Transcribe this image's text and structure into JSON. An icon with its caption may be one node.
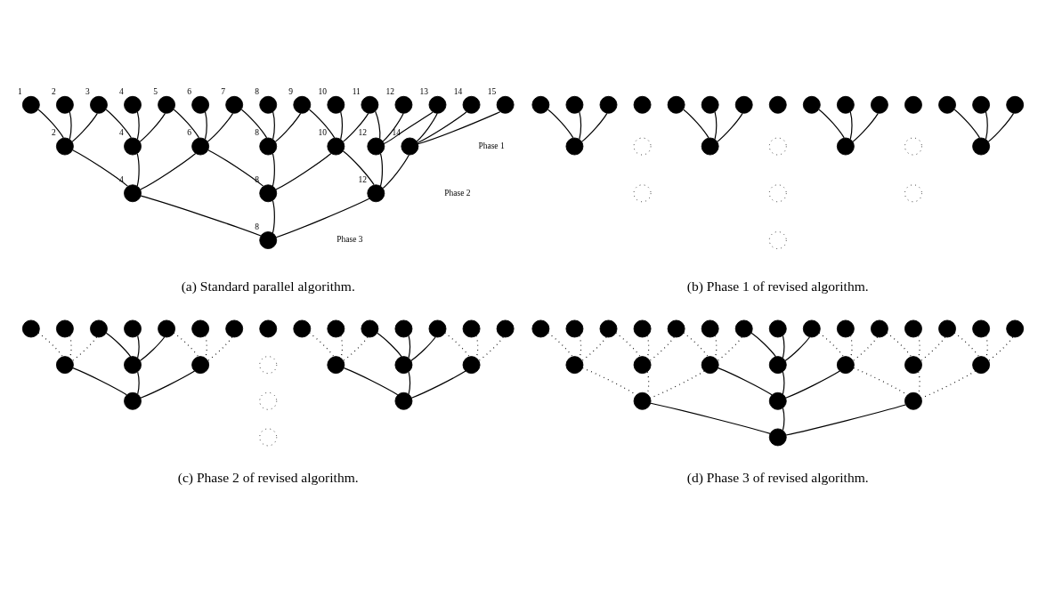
{
  "diagram": {
    "nodes": [
      {
        "text": [],
        "shape": "dot",
        "beside": [
          "1"
        ]
      },
      {
        "text": [],
        "shape": "dot",
        "beside": [
          "2"
        ]
      },
      {
        "text": [],
        "shape": "dot",
        "beside": [
          "3"
        ]
      },
      {
        "text": [],
        "shape": "dot",
        "beside": [
          "4"
        ]
      },
      {
        "text": [],
        "shape": "dot",
        "beside": [
          "5"
        ]
      },
      {
        "text": [],
        "shape": "dot",
        "beside": [
          "6"
        ]
      },
      {
        "text": [],
        "shape": "dot",
        "beside": [
          "7"
        ]
      },
      {
        "text": [],
        "shape": "dot",
        "beside": [
          "8"
        ]
      },
      {
        "text": [],
        "shape": "dot",
        "beside": [
          "9"
        ]
      },
      {
        "text": [],
        "shape": "dot",
        "beside": [
          "10"
        ]
      },
      {
        "text": [],
        "shape": "dot",
        "beside": [
          "11"
        ]
      },
      {
        "text": [],
        "shape": "dot",
        "beside": [
          "12"
        ]
      },
      {
        "text": [],
        "shape": "dot",
        "beside": [
          "13"
        ]
      },
      {
        "text": [],
        "shape": "dot",
        "beside": [
          "14"
        ]
      },
      {
        "text": [],
        "shape": "dot",
        "beside": [
          "15"
        ]
      },
      {
        "text": [],
        "shape": "dot",
        "beside": [
          "2"
        ]
      },
      {
        "text": [],
        "shape": "dot",
        "beside": [
          "4"
        ]
      },
      {
        "text": [],
        "shape": "dot",
        "beside": [
          "6"
        ]
      },
      {
        "text": [],
        "shape": "dot",
        "beside": [
          "8"
        ]
      },
      {
        "text": [],
        "shape": "dot",
        "beside": [
          "10"
        ]
      },
      {
        "text": [],
        "shape": "dot",
        "beside": [
          "12"
        ]
      },
      {
        "text": [],
        "shape": "dot",
        "beside": [
          "14"
        ]
      },
      {
        "text": [],
        "shape": "dot",
        "beside": [
          "4"
        ]
      },
      {
        "text": [],
        "shape": "dot",
        "beside": [
          "8"
        ]
      },
      {
        "text": [],
        "shape": "dot",
        "beside": [
          "12"
        ]
      },
      {
        "text": [],
        "shape": "dot",
        "beside": [
          "8"
        ]
      },
      {
        "text": [],
        "shape": "dot"
      },
      {
        "text": [],
        "shape": "dot"
      },
      {
        "text": [],
        "shape": "dot"
      },
      {
        "text": [],
        "shape": "dot"
      },
      {
        "text": [],
        "shape": "dot"
      },
      {
        "text": [],
        "shape": "dot"
      },
      {
        "text": [],
        "shape": "dot"
      },
      {
        "text": [],
        "shape": "dot"
      },
      {
        "text": [],
        "shape": "dot"
      },
      {
        "text": [],
        "shape": "dot"
      },
      {
        "text": [],
        "shape": "dot"
      },
      {
        "text": [],
        "shape": "dot"
      },
      {
        "text": [],
        "shape": "dot"
      },
      {
        "text": [],
        "shape": "dot"
      },
      {
        "text": [],
        "shape": "dot"
      },
      {
        "text": [],
        "shape": "dot"
      },
      {
        "text": [],
        "shape": "circle"
      },
      {
        "text": [],
        "shape": "dot"
      },
      {
        "text": [],
        "shape": "circle"
      },
      {
        "text": [],
        "shape": "dot"
      },
      {
        "text": [],
        "shape": "circle"
      },
      {
        "text": [],
        "shape": "dot"
      },
      {
        "text": [],
        "shape": "circle"
      },
      {
        "text": [],
        "shape": "circle"
      },
      {
        "text": [],
        "shape": "circle"
      },
      {
        "text": [],
        "shape": "circle"
      },
      {
        "text": [],
        "shape": "dot"
      },
      {
        "text": [],
        "shape": "dot"
      },
      {
        "text": [],
        "shape": "dot"
      },
      {
        "text": [],
        "shape": "dot"
      },
      {
        "text": [],
        "shape": "dot"
      },
      {
        "text": [],
        "shape": "dot"
      },
      {
        "text": [],
        "shape": "dot"
      },
      {
        "text": [],
        "shape": "dot"
      },
      {
        "text": [],
        "shape": "dot"
      },
      {
        "text": [],
        "shape": "dot"
      },
      {
        "text": [],
        "shape": "dot"
      },
      {
        "text": [],
        "shape": "dot"
      },
      {
        "text": [],
        "shape": "dot"
      },
      {
        "text": [],
        "shape": "dot"
      },
      {
        "text": [],
        "shape": "dot"
      },
      {
        "text": [],
        "shape": "dot"
      },
      {
        "text": [],
        "shape": "dot"
      },
      {
        "text": [],
        "shape": "dot"
      },
      {
        "text": [],
        "shape": "circle"
      },
      {
        "text": [],
        "shape": "dot"
      },
      {
        "text": [],
        "shape": "dot"
      },
      {
        "text": [],
        "shape": "dot"
      },
      {
        "text": [],
        "shape": "dot"
      },
      {
        "text": [],
        "shape": "circle"
      },
      {
        "text": [],
        "shape": "dot"
      },
      {
        "text": [],
        "shape": "circle"
      },
      {
        "text": [],
        "shape": "dot"
      },
      {
        "text": [],
        "shape": "dot"
      },
      {
        "text": [],
        "shape": "dot"
      },
      {
        "text": [],
        "shape": "dot"
      },
      {
        "text": [],
        "shape": "dot"
      },
      {
        "text": [],
        "shape": "dot"
      },
      {
        "text": [],
        "shape": "dot"
      },
      {
        "text": [],
        "shape": "dot"
      },
      {
        "text": [],
        "shape": "dot"
      },
      {
        "text": [],
        "shape": "dot"
      },
      {
        "text": [],
        "shape": "dot"
      },
      {
        "text": [],
        "shape": "dot"
      },
      {
        "text": [],
        "shape": "dot"
      },
      {
        "text": [],
        "shape": "dot"
      },
      {
        "text": [],
        "shape": "dot"
      },
      {
        "text": [],
        "shape": "dot"
      },
      {
        "text": [],
        "shape": "dot"
      },
      {
        "text": [],
        "shape": "dot"
      },
      {
        "text": [],
        "shape": "dot"
      },
      {
        "text": [],
        "shape": "dot"
      },
      {
        "text": [],
        "shape": "dot"
      },
      {
        "text": [],
        "shape": "dot"
      },
      {
        "text": [],
        "shape": "dot"
      },
      {
        "text": [],
        "shape": "dot"
      },
      {
        "text": [],
        "shape": "dot"
      },
      {
        "text": [],
        "shape": "dot"
      }
    ],
    "edges": [
      {
        "from": 0,
        "to": 15,
        "arrow": "none"
      },
      {
        "from": 1,
        "to": 15,
        "arrow": "none"
      },
      {
        "from": 2,
        "to": 15,
        "arrow": "none"
      },
      {
        "from": 2,
        "to": 16,
        "arrow": "none"
      },
      {
        "from": 3,
        "to": 16,
        "arrow": "none"
      },
      {
        "from": 4,
        "to": 16,
        "arrow": "none"
      },
      {
        "from": 4,
        "to": 17,
        "arrow": "none"
      },
      {
        "from": 5,
        "to": 17,
        "arrow": "none"
      },
      {
        "from": 6,
        "to": 17,
        "arrow": "none"
      },
      {
        "from": 6,
        "to": 18,
        "arrow": "none"
      },
      {
        "from": 7,
        "to": 18,
        "arrow": "none"
      },
      {
        "from": 8,
        "to": 18,
        "arrow": "none"
      },
      {
        "from": 8,
        "to": 19,
        "arrow": "none"
      },
      {
        "from": 9,
        "to": 19,
        "arrow": "none"
      },
      {
        "from": 10,
        "to": 19,
        "arrow": "none"
      },
      {
        "from": 10,
        "to": 20,
        "arrow": "none"
      },
      {
        "from": 11,
        "to": 20,
        "arrow": "none"
      },
      {
        "from": 12,
        "to": 20,
        "arrow": "none"
      },
      {
        "from": 12,
        "to": 21,
        "arrow": "none"
      },
      {
        "from": 13,
        "to": 21,
        "arrow": "none"
      },
      {
        "from": 14,
        "to": 21,
        "arrow": "none"
      },
      {
        "from": 15,
        "to": 22,
        "arrow": "none"
      },
      {
        "from": 16,
        "to": 22,
        "arrow": "none"
      },
      {
        "from": 17,
        "to": 22,
        "arrow": "none"
      },
      {
        "from": 17,
        "to": 23,
        "arrow": "none"
      },
      {
        "from": 18,
        "to": 23,
        "arrow": "none"
      },
      {
        "from": 19,
        "to": 23,
        "arrow": "none"
      },
      {
        "from": 19,
        "to": 24,
        "arrow": "none"
      },
      {
        "from": 20,
        "to": 24,
        "arrow": "none"
      },
      {
        "from": 21,
        "to": 24,
        "arrow": "none"
      },
      {
        "from": 22,
        "to": 25,
        "arrow": "none"
      },
      {
        "from": 23,
        "to": 25,
        "arrow": "none"
      },
      {
        "from": 24,
        "to": 25,
        "arrow": "none"
      },
      {
        "from": 26,
        "to": 41,
        "arrow": "none"
      },
      {
        "from": 27,
        "to": 41,
        "arrow": "none"
      },
      {
        "from": 28,
        "to": 41,
        "arrow": "none"
      },
      {
        "from": 30,
        "to": 43,
        "arrow": "none"
      },
      {
        "from": 31,
        "to": 43,
        "arrow": "none"
      },
      {
        "from": 32,
        "to": 43,
        "arrow": "none"
      },
      {
        "from": 34,
        "to": 45,
        "arrow": "none"
      },
      {
        "from": 35,
        "to": 45,
        "arrow": "none"
      },
      {
        "from": 36,
        "to": 45,
        "arrow": "none"
      },
      {
        "from": 38,
        "to": 47,
        "arrow": "none"
      },
      {
        "from": 39,
        "to": 47,
        "arrow": "none"
      },
      {
        "from": 40,
        "to": 47,
        "arrow": "none"
      },
      {
        "from": 52,
        "to": 67,
        "arrow": "none",
        "style": "dashed"
      },
      {
        "from": 53,
        "to": 67,
        "arrow": "none",
        "style": "dashed"
      },
      {
        "from": 54,
        "to": 67,
        "arrow": "none",
        "style": "dashed"
      },
      {
        "from": 54,
        "to": 68,
        "arrow": "none"
      },
      {
        "from": 55,
        "to": 68,
        "arrow": "none"
      },
      {
        "from": 56,
        "to": 68,
        "arrow": "none"
      },
      {
        "from": 56,
        "to": 69,
        "arrow": "none",
        "style": "dashed"
      },
      {
        "from": 57,
        "to": 69,
        "arrow": "none",
        "style": "dashed"
      },
      {
        "from": 58,
        "to": 69,
        "arrow": "none",
        "style": "dashed"
      },
      {
        "from": 60,
        "to": 71,
        "arrow": "none",
        "style": "dashed"
      },
      {
        "from": 61,
        "to": 71,
        "arrow": "none",
        "style": "dashed"
      },
      {
        "from": 62,
        "to": 71,
        "arrow": "none",
        "style": "dashed"
      },
      {
        "from": 62,
        "to": 72,
        "arrow": "none"
      },
      {
        "from": 63,
        "to": 72,
        "arrow": "none"
      },
      {
        "from": 64,
        "to": 72,
        "arrow": "none"
      },
      {
        "from": 64,
        "to": 73,
        "arrow": "none",
        "style": "dashed"
      },
      {
        "from": 65,
        "to": 73,
        "arrow": "none",
        "style": "dashed"
      },
      {
        "from": 66,
        "to": 73,
        "arrow": "none",
        "style": "dashed"
      },
      {
        "from": 67,
        "to": 74,
        "arrow": "none"
      },
      {
        "from": 68,
        "to": 74,
        "arrow": "none"
      },
      {
        "from": 69,
        "to": 74,
        "arrow": "none"
      },
      {
        "from": 71,
        "to": 76,
        "arrow": "none"
      },
      {
        "from": 72,
        "to": 76,
        "arrow": "none"
      },
      {
        "from": 73,
        "to": 76,
        "arrow": "none"
      },
      {
        "from": 78,
        "to": 93,
        "arrow": "none",
        "style": "dashed"
      },
      {
        "from": 79,
        "to": 93,
        "arrow": "none",
        "style": "dashed"
      },
      {
        "from": 80,
        "to": 93,
        "arrow": "none",
        "style": "dashed"
      },
      {
        "from": 80,
        "to": 94,
        "arrow": "none",
        "style": "dashed"
      },
      {
        "from": 81,
        "to": 94,
        "arrow": "none",
        "style": "dashed"
      },
      {
        "from": 82,
        "to": 94,
        "arrow": "none",
        "style": "dashed"
      },
      {
        "from": 82,
        "to": 95,
        "arrow": "none",
        "style": "dashed"
      },
      {
        "from": 83,
        "to": 95,
        "arrow": "none",
        "style": "dashed"
      },
      {
        "from": 84,
        "to": 95,
        "arrow": "none",
        "style": "dashed"
      },
      {
        "from": 84,
        "to": 96,
        "arrow": "none"
      },
      {
        "from": 85,
        "to": 96,
        "arrow": "none"
      },
      {
        "from": 86,
        "to": 96,
        "arrow": "none"
      },
      {
        "from": 86,
        "to": 97,
        "arrow": "none",
        "style": "dashed"
      },
      {
        "from": 87,
        "to": 97,
        "arrow": "none",
        "style": "dashed"
      },
      {
        "from": 88,
        "to": 97,
        "arrow": "none",
        "style": "dashed"
      },
      {
        "from": 88,
        "to": 98,
        "arrow": "none",
        "style": "dashed"
      },
      {
        "from": 89,
        "to": 98,
        "arrow": "none",
        "style": "dashed"
      },
      {
        "from": 90,
        "to": 98,
        "arrow": "none",
        "style": "dashed"
      },
      {
        "from": 90,
        "to": 99,
        "arrow": "none",
        "style": "dashed"
      },
      {
        "from": 91,
        "to": 99,
        "arrow": "none",
        "style": "dashed"
      },
      {
        "from": 92,
        "to": 99,
        "arrow": "none",
        "style": "dashed"
      },
      {
        "from": 93,
        "to": 100,
        "arrow": "none",
        "style": "dashed"
      },
      {
        "from": 94,
        "to": 100,
        "arrow": "none",
        "style": "dashed"
      },
      {
        "from": 95,
        "to": 100,
        "arrow": "none",
        "style": "dashed"
      },
      {
        "from": 95,
        "to": 101,
        "arrow": "none"
      },
      {
        "from": 96,
        "to": 101,
        "arrow": "none"
      },
      {
        "from": 97,
        "to": 101,
        "arrow": "none"
      },
      {
        "from": 97,
        "to": 102,
        "arrow": "none",
        "style": "dashed"
      },
      {
        "from": 98,
        "to": 102,
        "arrow": "none",
        "style": "dashed"
      },
      {
        "from": 99,
        "to": 102,
        "arrow": "none",
        "style": "dashed"
      },
      {
        "from": 100,
        "to": 103,
        "arrow": "none"
      },
      {
        "from": 101,
        "to": 103,
        "arrow": "none"
      },
      {
        "from": 102,
        "to": 103,
        "arrow": "none"
      }
    ],
    "labels": [
      "Phase 1",
      "Phase 2",
      "Phase 3",
      "(a) Standard parallel algorithm.",
      "(b) Phase 1 of revised algorithm.",
      "(c) Phase 2 of revised algorithm.",
      "(d) Phase 3 of revised algorithm."
    ]
  }
}
